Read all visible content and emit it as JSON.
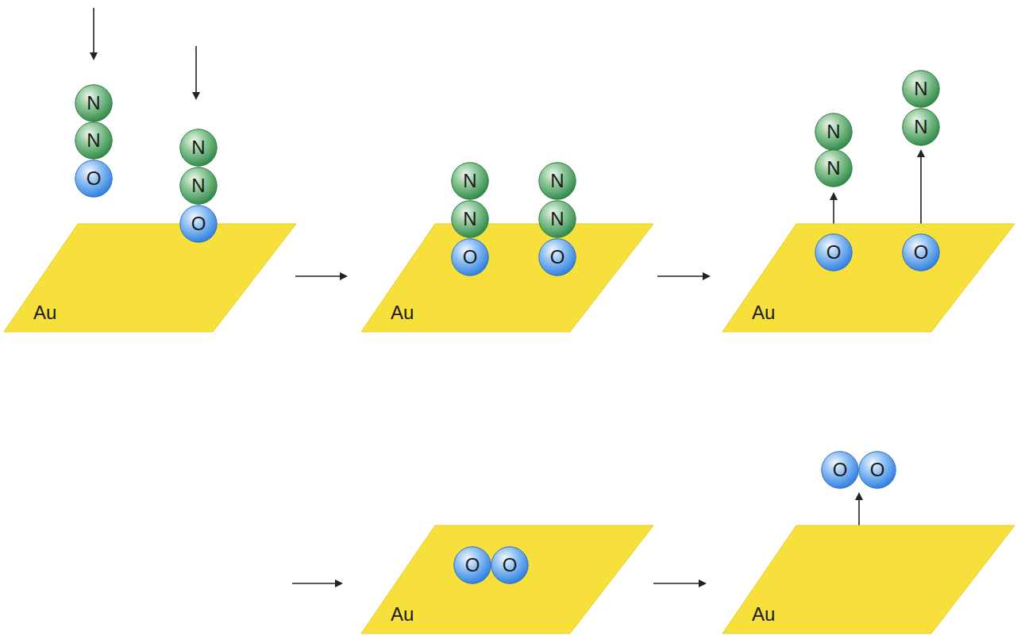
{
  "diagram": {
    "nodes": [
      {
        "text": [
          "Au"
        ]
      },
      {
        "text": [
          "N"
        ]
      },
      {
        "text": [
          "N"
        ]
      },
      {
        "text": [
          "O"
        ]
      },
      {
        "text": [
          "N"
        ]
      },
      {
        "text": [
          "N"
        ]
      },
      {
        "text": [
          "O"
        ]
      },
      {
        "text": [
          "Au"
        ]
      },
      {
        "text": [
          "N"
        ]
      },
      {
        "text": [
          "N"
        ]
      },
      {
        "text": [
          "O"
        ]
      },
      {
        "text": [
          "N"
        ]
      },
      {
        "text": [
          "N"
        ]
      },
      {
        "text": [
          "O"
        ]
      },
      {
        "text": [
          "Au"
        ]
      },
      {
        "text": [
          "N"
        ]
      },
      {
        "text": [
          "N"
        ]
      },
      {
        "text": [
          "N"
        ]
      },
      {
        "text": [
          "N"
        ]
      },
      {
        "text": [
          "O"
        ]
      },
      {
        "text": [
          "O"
        ]
      },
      {
        "text": [
          "Au"
        ]
      },
      {
        "text": [
          "O"
        ]
      },
      {
        "text": [
          "O"
        ]
      },
      {
        "text": [
          "Au"
        ]
      },
      {
        "text": [
          "O"
        ]
      },
      {
        "text": [
          "O"
        ]
      }
    ]
  }
}
